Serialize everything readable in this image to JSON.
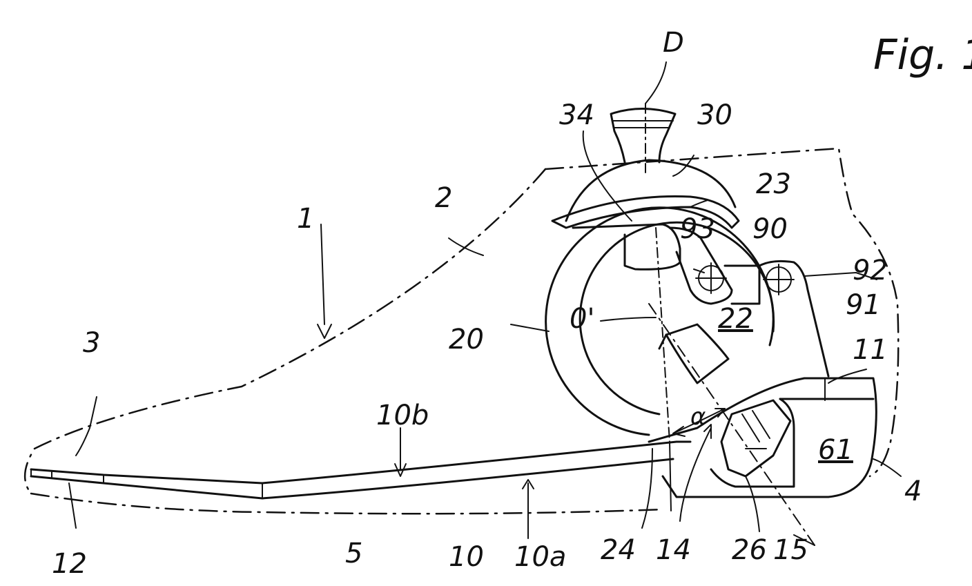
{
  "figure": {
    "title": "Fig. 1",
    "labels": {
      "D": "D",
      "n34": "34",
      "n30": "30",
      "n23": "23",
      "n2": "2",
      "n1": "1",
      "n93": "93",
      "n90": "90",
      "n92": "92",
      "n3": "3",
      "nO": "0'",
      "n22": "22",
      "n91": "91",
      "n20": "20",
      "n11": "11",
      "n10b": "10b",
      "alpha": "α",
      "n61": "61",
      "n4": "4",
      "n12": "12",
      "n5": "5",
      "n10": "10",
      "n10a": "10a",
      "n24": "24",
      "n14": "14",
      "n26": "26",
      "n15": "15"
    }
  }
}
